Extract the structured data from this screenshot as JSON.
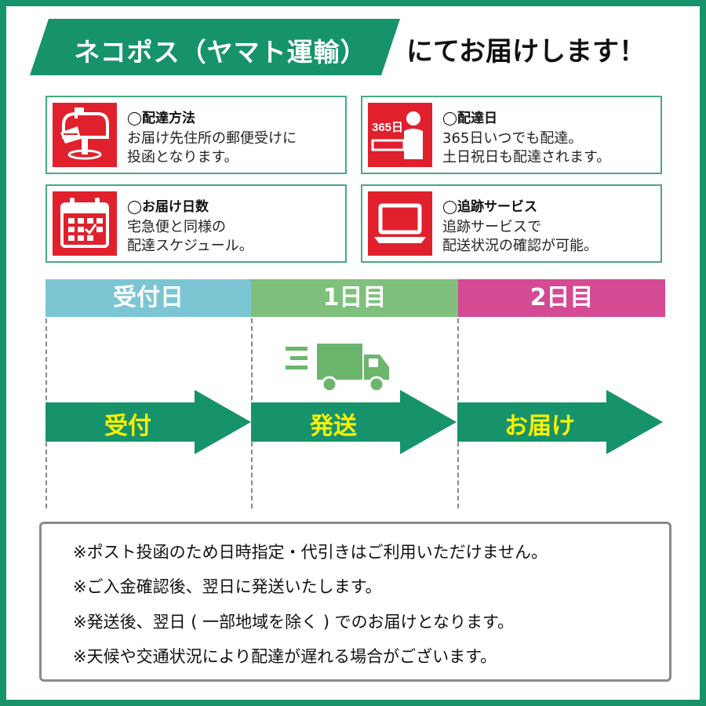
{
  "banner": {
    "highlight_text": "ネコポス（ヤマト運輸）",
    "tail_text": "にてお届けします！"
  },
  "cards": [
    {
      "icon": "mailbox-icon",
      "title": "◯配達方法",
      "line1": "お届け先住所の郵便受けに",
      "line2": "投函となります。"
    },
    {
      "icon": "delivery-person-365-icon",
      "icon_text": "365日",
      "title": "◯配達日",
      "line1": "365日いつでも配達。",
      "line2": "土日祝日も配達されます。"
    },
    {
      "icon": "calendar-icon",
      "title": "◯お届け日数",
      "line1": "宅急便と同様の",
      "line2": "配達スケジュール。"
    },
    {
      "icon": "laptop-icon",
      "title": "◯追跡サービス",
      "line1": "追跡サービスで",
      "line2": "配送状況の確認が可能。"
    }
  ],
  "timeline": {
    "headers": [
      {
        "label": "受付日",
        "color": "#7cc6d4"
      },
      {
        "label": "1日目",
        "color": "#7ec07c"
      },
      {
        "label": "2日目",
        "color": "#d44a93"
      }
    ],
    "steps": [
      {
        "label": "受付"
      },
      {
        "label": "発送"
      },
      {
        "label": "お届け"
      }
    ],
    "truck_icon": "delivery-truck-icon"
  },
  "notes": [
    "※ポスト投函のため日時指定・代引きはご利用いただけません。",
    "※ご入金確認後、翌日に発送いたします。",
    "※発送後、翌日 ( 一部地域を除く ) でのお届けとなります。",
    "※天候や交通状況により配達が遅れる場合がございます。"
  ],
  "colors": {
    "brand_green": "#16936a",
    "card_border": "#49a983",
    "icon_red": "#e0212d",
    "accent_yellow": "#fdf100",
    "truck_green": "#6cb56c"
  }
}
